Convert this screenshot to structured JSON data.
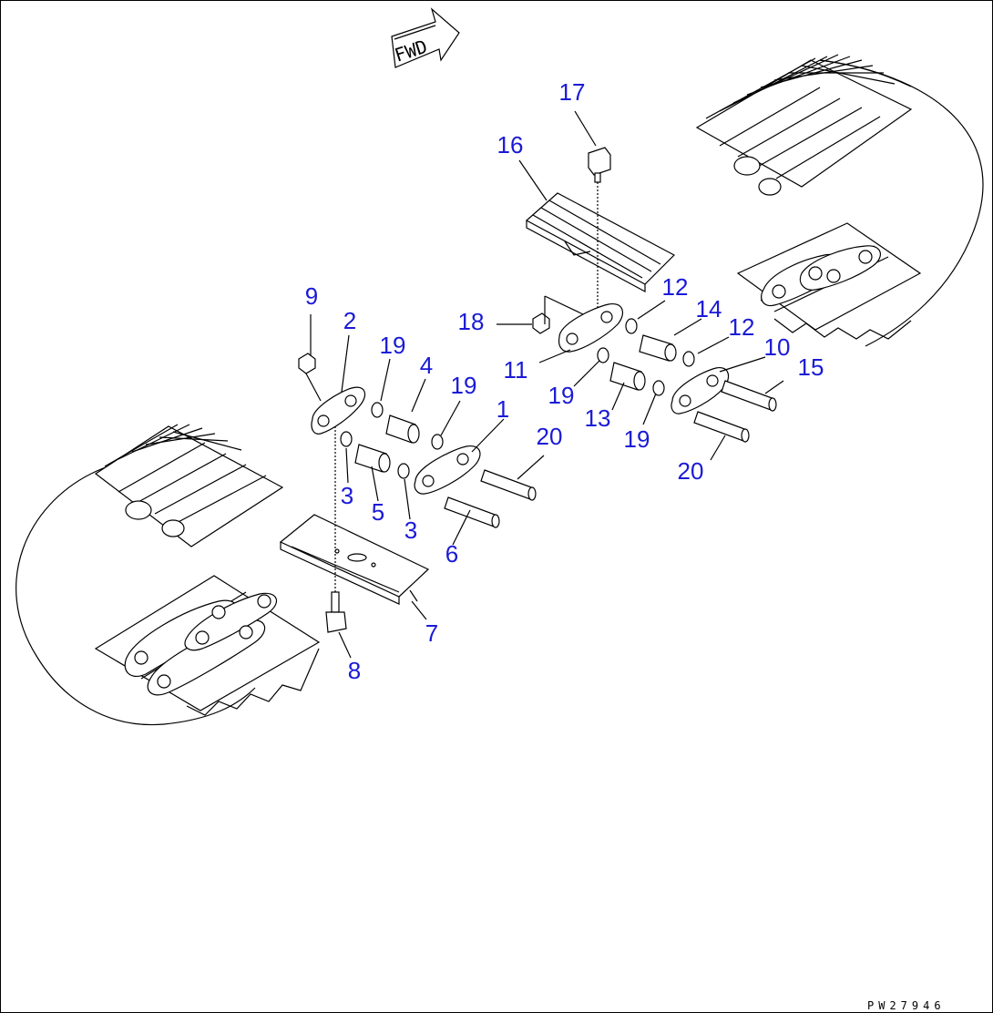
{
  "forward_label": "FWD",
  "drawing_number": "PW27946",
  "callouts": [
    {
      "id": "c17",
      "text": "17"
    },
    {
      "id": "c16",
      "text": "16"
    },
    {
      "id": "c9",
      "text": "9"
    },
    {
      "id": "c2",
      "text": "2"
    },
    {
      "id": "c18",
      "text": "18"
    },
    {
      "id": "c12a",
      "text": "12"
    },
    {
      "id": "c14",
      "text": "14"
    },
    {
      "id": "c12b",
      "text": "12"
    },
    {
      "id": "c10",
      "text": "10"
    },
    {
      "id": "c15",
      "text": "15"
    },
    {
      "id": "c19a",
      "text": "19"
    },
    {
      "id": "c4",
      "text": "4"
    },
    {
      "id": "c19b",
      "text": "19"
    },
    {
      "id": "c11",
      "text": "11"
    },
    {
      "id": "c1",
      "text": "1"
    },
    {
      "id": "c19c",
      "text": "19"
    },
    {
      "id": "c13",
      "text": "13"
    },
    {
      "id": "c20a",
      "text": "20"
    },
    {
      "id": "c19d",
      "text": "19"
    },
    {
      "id": "c20b",
      "text": "20"
    },
    {
      "id": "c3a",
      "text": "3"
    },
    {
      "id": "c5",
      "text": "5"
    },
    {
      "id": "c3b",
      "text": "3"
    },
    {
      "id": "c6",
      "text": "6"
    },
    {
      "id": "c7",
      "text": "7"
    },
    {
      "id": "c8",
      "text": "8"
    }
  ]
}
